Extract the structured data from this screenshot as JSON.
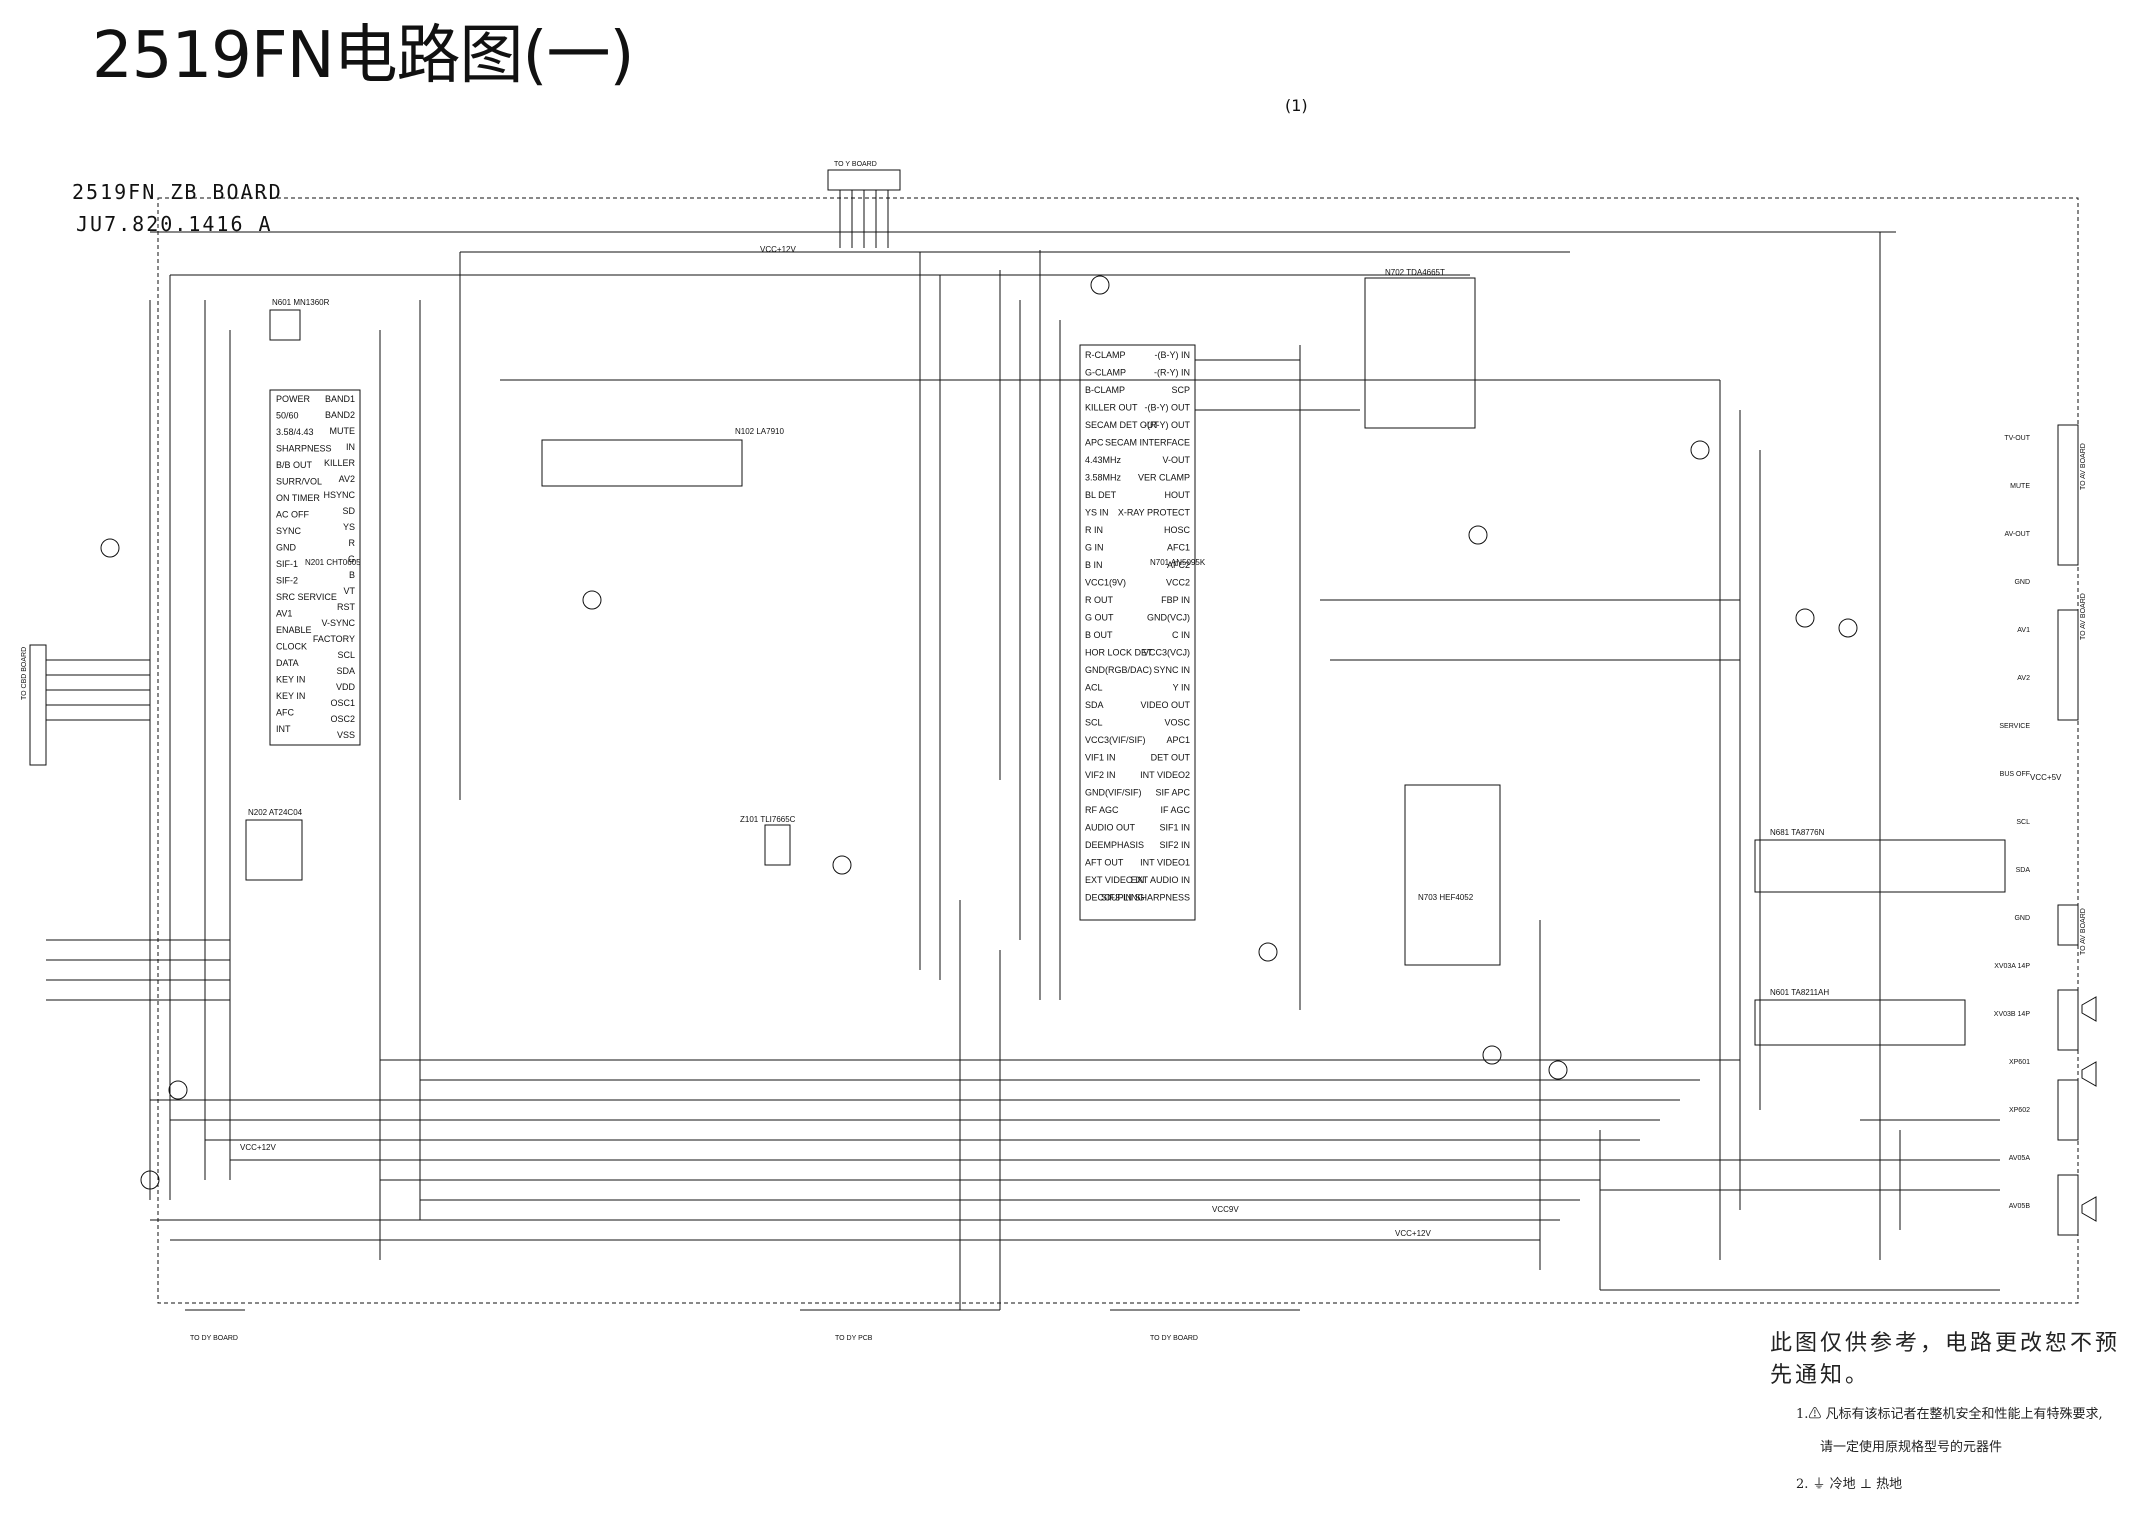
{
  "header": {
    "title": "2519FN电路图(一)",
    "page_number": "(1)",
    "board_name": "2519FN ZB BOARD",
    "board_code": "JU7.820.1416 A"
  },
  "connectors": {
    "to_y_board": "TO Y BOARD",
    "to_dy_board": "TO DY BOARD",
    "to_dy_pcb": "TO DY PCB",
    "to_av_board_1": "TO AV BOARD",
    "to_av_board_2": "TO AV BOARD",
    "to_av_board_3": "TO AV BOARD",
    "to_cbd_board": "TO CBD BOARD",
    "vcc12_top": "VCC+12V",
    "vcc12_bottom": "VCC+12V",
    "vcc12_left": "VCC+12V",
    "vcc9": "VCC9V",
    "vcc5": "VCC+5V"
  },
  "chips": {
    "n601": "N601 MN1360R",
    "n201": "N201 CHT0605",
    "n102": "N102 LA7910",
    "n701": "N701 AN5095K",
    "n702": "N702 TDA4665T",
    "n703": "N703 HEF4052",
    "n681": "N681 TA8776N",
    "n601b": "N601 TA8211AH",
    "n202": "N202 AT24C04",
    "z101": "Z101 TLI7665C"
  },
  "pins": {
    "left_ic": [
      "POWER",
      "50/60",
      "3.58/4.43",
      "SHARPNESS",
      "B/B OUT",
      "SURR/VOL",
      "ON TIMER",
      "AC OFF",
      "SYNC",
      "GND",
      "SIF-1",
      "SIF-2",
      "SRC SERVICE",
      "AV1",
      "ENABLE",
      "CLOCK",
      "DATA",
      "KEY IN",
      "KEY IN",
      "AFC",
      "INT"
    ],
    "left_ic_right": [
      "BAND1",
      "BAND2",
      "MUTE",
      "IN",
      "KILLER",
      "AV2",
      "HSYNC",
      "SD",
      "YS",
      "R",
      "G",
      "B",
      "VT",
      "RST",
      "V-SYNC",
      "FACTORY",
      "SCL",
      "SDA",
      "VDD",
      "OSC1",
      "OSC2",
      "VSS"
    ],
    "mid_left": [
      "R-CLAMP",
      "G-CLAMP",
      "B-CLAMP",
      "KILLER OUT",
      "SECAM DET OUT",
      "APC",
      "4.43MHz",
      "3.58MHz",
      "BL DET",
      "YS IN",
      "R IN",
      "G IN",
      "B IN",
      "VCC1(9V)",
      "R OUT",
      "G OUT",
      "B OUT",
      "HOR LOCK DET",
      "GND(RGB/DAC)",
      "ACL",
      "SDA",
      "SCL",
      "VCC3(VIF/SIF)",
      "VIF1 IN",
      "VIF2 IN",
      "GND(VIF/SIF)",
      "RF AGC",
      "AUDIO OUT",
      "DEEMPHASIS",
      "AFT OUT",
      "EXT VIDEO IN",
      "DECOUPLING"
    ],
    "mid_right": [
      "-(B-Y) IN",
      "-(R-Y) IN",
      "SCP",
      "-(B-Y) OUT",
      "-(R-Y) OUT",
      "SECAM INTERFACE",
      "V-OUT",
      "VER CLAMP",
      "HOUT",
      "X-RAY PROTECT",
      "HOSC",
      "AFC1",
      "AFC2",
      "VCC2",
      "FBP IN",
      "GND(VCJ)",
      "C IN",
      "VCC3(VCJ)",
      "SYNC IN",
      "Y IN",
      "VIDEO OUT",
      "VOSC",
      "APC1",
      "DET OUT",
      "INT VIDEO2",
      "SIF APC",
      "IF AGC",
      "SIF1 IN",
      "SIF2 IN",
      "INT VIDEO1",
      "EXT AUDIO IN",
      "SIF3-IN SHARPNESS"
    ]
  },
  "right_labels": [
    "TV-OUT",
    "MUTE",
    "AV-OUT",
    "GND",
    "AV1",
    "AV2",
    "SERVICE",
    "BUS OFF",
    "SCL",
    "SDA",
    "GND",
    "XV03A 14P",
    "XV03B 14P",
    "XP601",
    "XP602",
    "AV05A",
    "AV05B"
  ],
  "notes": {
    "line1": "此图仅供参考，电路更改恕不预先通知。",
    "line2": "1.⚠ 凡标有该标记者在整机安全和性能上有特殊要求,",
    "line3": "请一定使用原规格型号的元器件",
    "line4": "2. ⏚ 冷地    ⊥ 热地"
  },
  "colors": {
    "ink": "#111111",
    "paper": "#ffffff",
    "faint": "#555555"
  }
}
